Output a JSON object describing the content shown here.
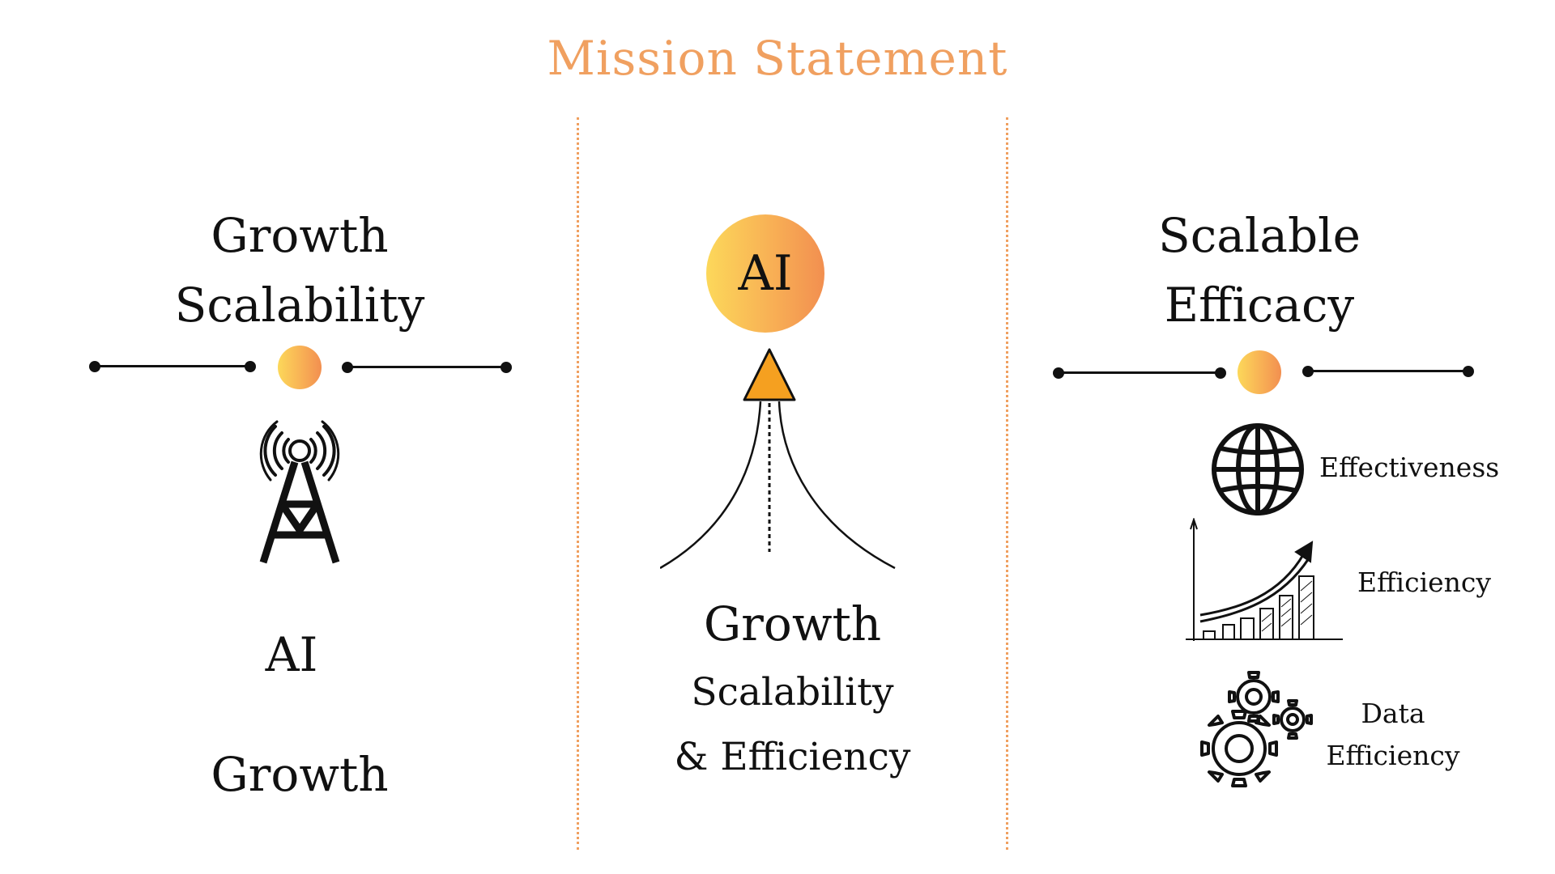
{
  "page": {
    "title": "Mission Statement"
  },
  "left": {
    "heading_line1": "Growth",
    "heading_line2": "Scalability",
    "label_ai": "AI",
    "label_growth": "Growth",
    "icon": "radio-tower-icon"
  },
  "center": {
    "orb_label": "AI",
    "heading": "Growth",
    "line2": "Scalability",
    "line3": "& Efficiency",
    "icon": "arrow-up-road-icon"
  },
  "right": {
    "heading_line1": "Scalable",
    "heading_line2": "Efficacy",
    "items": [
      {
        "label": "Effectiveness",
        "icon": "globe-icon"
      },
      {
        "label": "Efficiency",
        "icon": "growth-chart-icon"
      },
      {
        "label_line1": "Data",
        "label_line2": "Efficiency",
        "icon": "gears-icon"
      }
    ]
  },
  "colors": {
    "accent": "#f0a060",
    "orb_start": "#fcd85a",
    "orb_end": "#f28f50",
    "triangle": "#f5a020",
    "ink": "#111111"
  }
}
